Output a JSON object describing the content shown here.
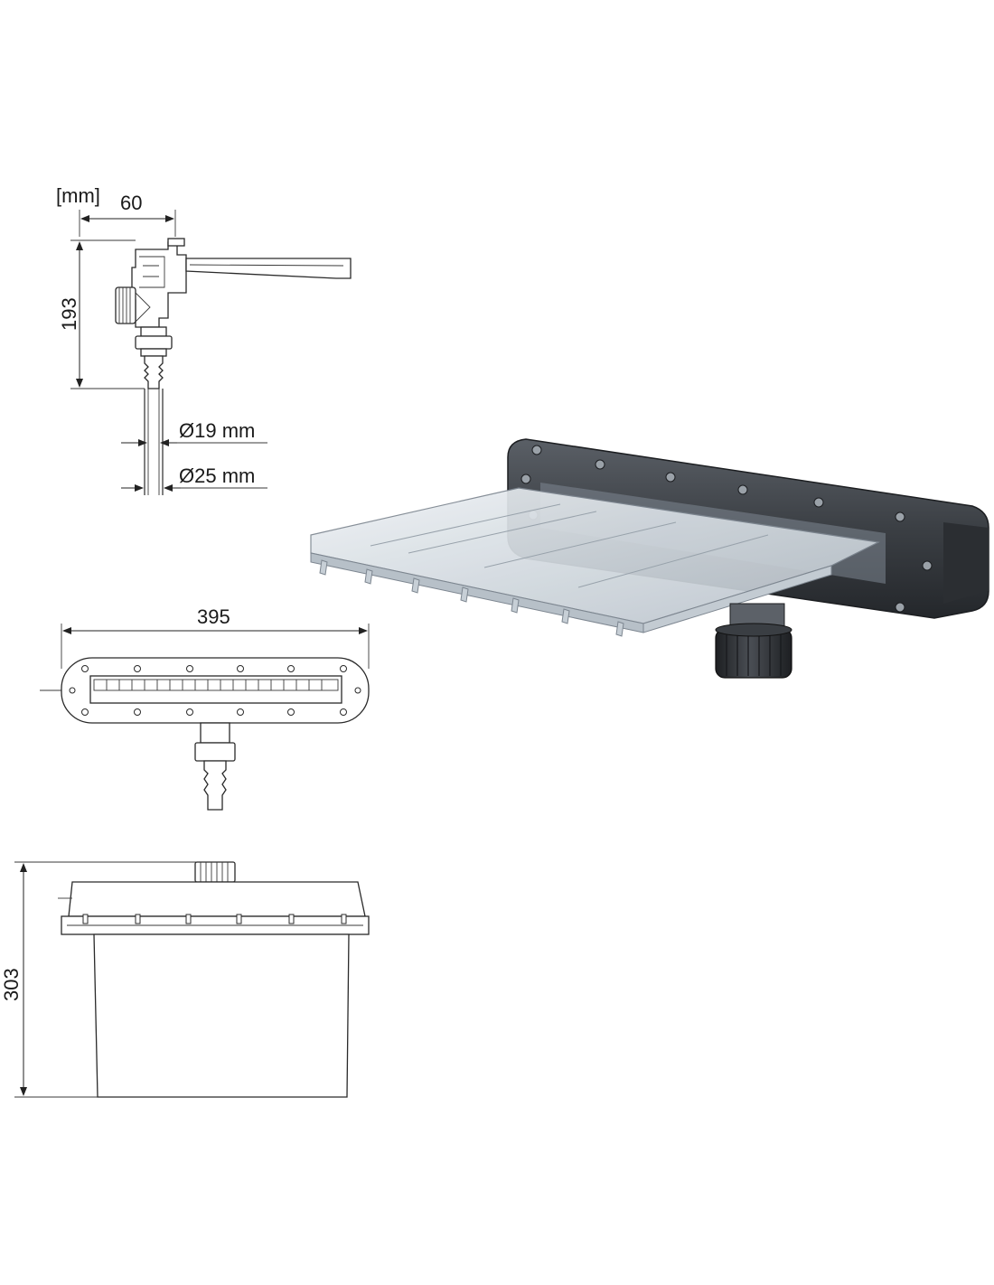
{
  "dimensions": {
    "unit": "[mm]",
    "depth": "60",
    "height_side": "193",
    "hose_inner": "Ø19 mm",
    "hose_outer": "Ø25 mm",
    "width": "395",
    "height_total": "303"
  },
  "colors": {
    "line": "#2a2a2a",
    "housing": "#3b3f44",
    "acrylic": "#cfd6dc"
  }
}
